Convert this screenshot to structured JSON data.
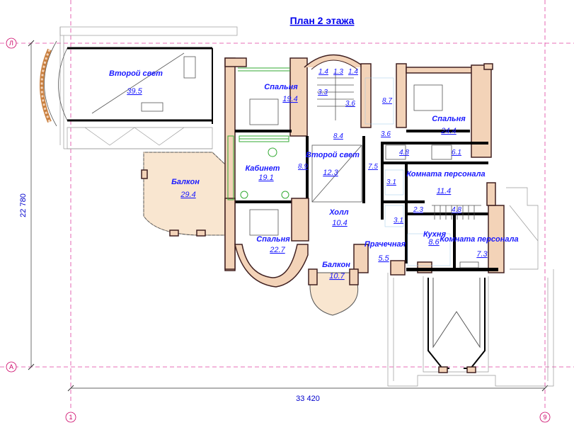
{
  "title": "План 2 этажа",
  "axes": {
    "top": "Л",
    "bottom": "А",
    "left": "1",
    "right": "9"
  },
  "dimensions": {
    "width": "33 420",
    "height": "22 780"
  },
  "rooms": [
    {
      "id": "second-light-left",
      "name": "Второй свет",
      "area": "39.5"
    },
    {
      "id": "bedroom-top",
      "name": "Спальня",
      "area": "19.4"
    },
    {
      "id": "balcony-big",
      "name": "Балкон",
      "area": "29.4"
    },
    {
      "id": "office",
      "name": "Кабинет",
      "area": "19.1"
    },
    {
      "id": "second-light-center",
      "name": "Второй свет",
      "area": "12.3"
    },
    {
      "id": "bedroom-bottom",
      "name": "Спальня",
      "area": "22.7"
    },
    {
      "id": "hall",
      "name": "Холл",
      "area": "10.4"
    },
    {
      "id": "balcony-small",
      "name": "Балкон",
      "area": "10.7"
    },
    {
      "id": "laundry",
      "name": "Прачечная",
      "area": "5.5"
    },
    {
      "id": "bedroom-right",
      "name": "Спальня",
      "area": "24.4"
    },
    {
      "id": "staff-room-1",
      "name": "Комната персонала",
      "area": "11.4"
    },
    {
      "id": "kitchen",
      "name": "Кухня",
      "area": "8.6"
    },
    {
      "id": "staff-room-2",
      "name": "Комната персонала",
      "area": "7.3"
    }
  ],
  "small_areas": [
    "1.4",
    "1.3",
    "1.4",
    "3.3",
    "3.6",
    "8.7",
    "8.4",
    "3.6",
    "4.8",
    "6.1",
    "8.9",
    "7.5",
    "3.1",
    "2.3",
    "4.8",
    "3.1"
  ]
}
